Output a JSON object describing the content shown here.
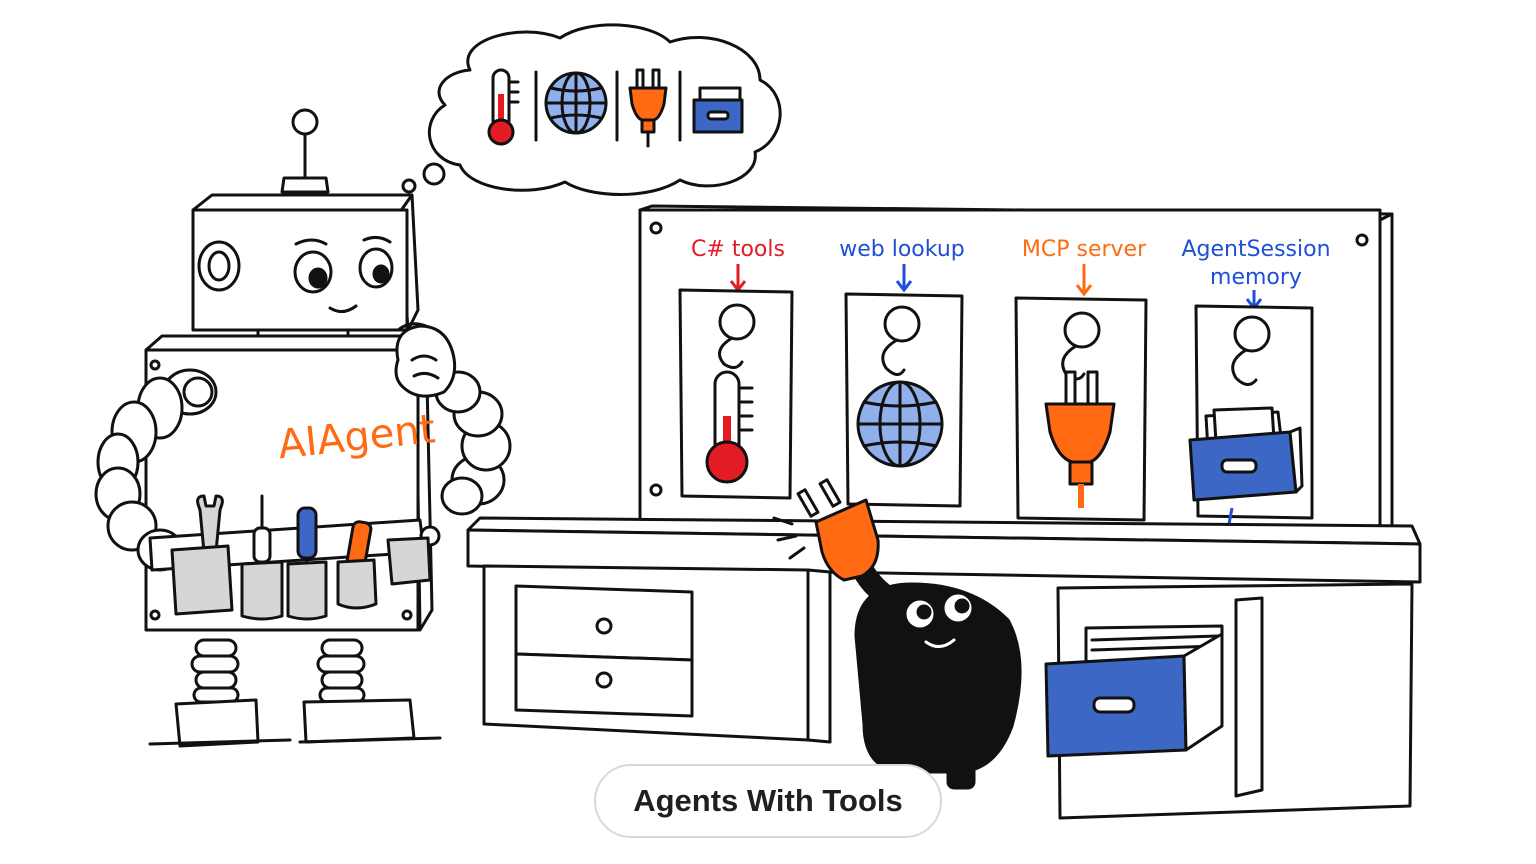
{
  "colors": {
    "ink": "#111111",
    "orange": "#ff6a13",
    "red": "#e31b23",
    "blue": "#1f4fd6",
    "box_blue": "#3d67c4",
    "globe_blue": "#8fb0ea",
    "gray": "#d6d6d6"
  },
  "robot": {
    "chest_label": "AIAgent"
  },
  "thought_bubble": {
    "icons": [
      "thermometer-icon",
      "globe-icon",
      "plug-icon",
      "file-box-icon"
    ]
  },
  "pegboard": {
    "panels": [
      {
        "label_lines": [
          "C# tools"
        ],
        "label_color": "#e31b23",
        "icon": "thermometer-icon"
      },
      {
        "label_lines": [
          "web lookup"
        ],
        "label_color": "#1f4fd6",
        "icon": "globe-icon"
      },
      {
        "label_lines": [
          "MCP server"
        ],
        "label_color": "#ff6a13",
        "icon": "plug-icon"
      },
      {
        "label_lines": [
          "AgentSession",
          "memory"
        ],
        "label_color": "#1f4fd6",
        "icon": "file-box-icon"
      }
    ]
  },
  "caption": {
    "text": "Agents With Tools"
  }
}
